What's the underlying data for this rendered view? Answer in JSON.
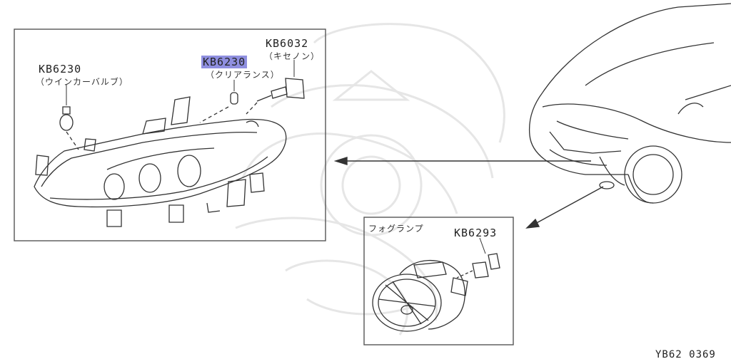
{
  "headlamp": {
    "turn_bulb_code": "KB6230",
    "turn_bulb_desc": "（ウインカーバルブ）",
    "clearance_code": "KB6230",
    "clearance_desc": "（クリアランス）",
    "xenon_code": "KB6032",
    "xenon_desc": "（キセノン）"
  },
  "foglamp": {
    "title": "フォグランプ",
    "bulb_code": "KB6293"
  },
  "figure_code": "YB62 0369",
  "colors": {
    "highlight": "#8f8fe0",
    "line": "#333333",
    "watermark": "#e6e6e6"
  }
}
